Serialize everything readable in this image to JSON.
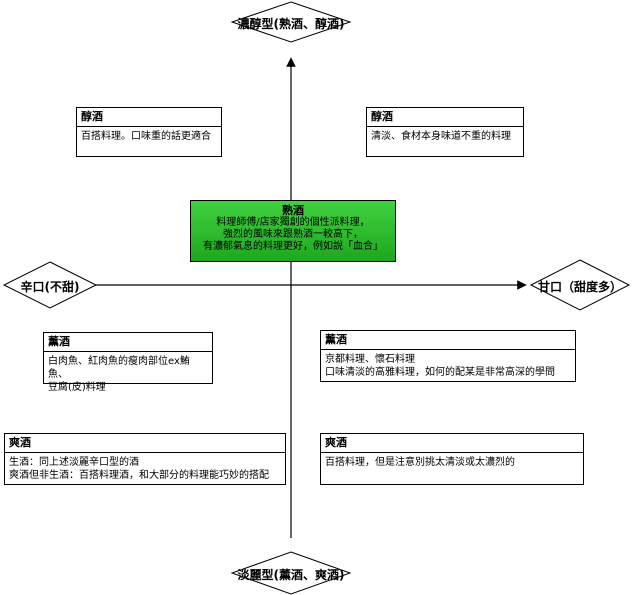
{
  "diagram": {
    "axis_top": "濃醇型(熟酒、醇酒)",
    "axis_bottom": "淡麗型(薰酒、爽酒)",
    "axis_left": "辛口(不甜)",
    "axis_right": "甘口（甜度多）",
    "center": {
      "title": "熟酒",
      "lines": [
        "料理師傅/店家獨創的個性派料理，",
        "強烈的風味來跟熟酒一較高下，",
        "有濃郁氣息的料理更好，例如說「血合」"
      ]
    },
    "boxes": {
      "top_left": {
        "title": "醇酒",
        "lines": [
          "百搭料理。口味重的話更適合"
        ]
      },
      "top_right": {
        "title": "醇酒",
        "lines": [
          "清淡、食材本身味道不重的料理"
        ]
      },
      "mid_left": {
        "title": "薰酒",
        "lines": [
          "白肉魚、紅肉魚的瘦肉部位ex鮪魚、",
          "豆腐(皮)料理"
        ]
      },
      "mid_right": {
        "title": "薰酒",
        "lines": [
          "京都料理、懷石料理",
          "口味清淡的高雅料理，如何的配某是非常高深的學問"
        ]
      },
      "bottom_left": {
        "title": "爽酒",
        "lines": [
          "生酒：同上述淡麗辛口型的酒",
          "爽酒但非生酒：百搭料理酒，和大部分的料理能巧妙的搭配"
        ]
      },
      "bottom_right": {
        "title": "爽酒",
        "lines": [
          "百搭料理，但是注意別挑太清淡或太濃烈的"
        ]
      }
    }
  }
}
